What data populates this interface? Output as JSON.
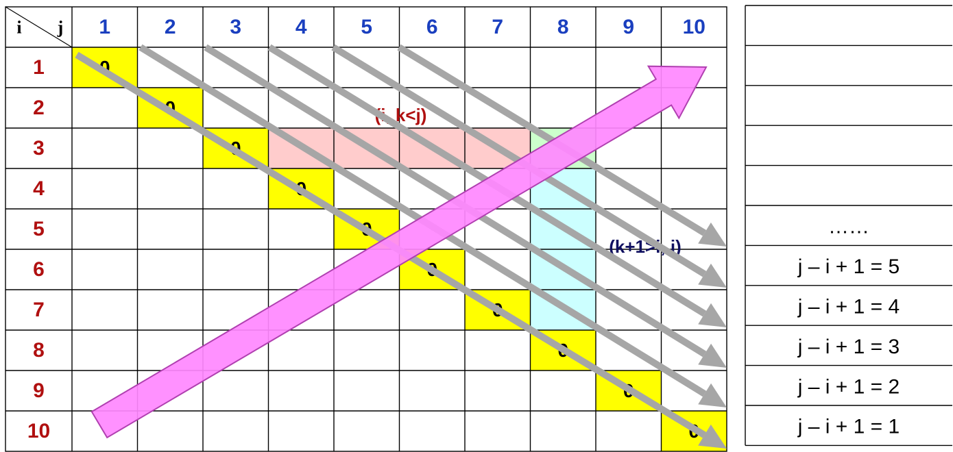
{
  "matrix": {
    "corner_row_label": "i",
    "corner_col_label": "j",
    "column_headers": [
      "1",
      "2",
      "3",
      "4",
      "5",
      "6",
      "7",
      "8",
      "9",
      "10"
    ],
    "row_headers": [
      "1",
      "2",
      "3",
      "4",
      "5",
      "6",
      "7",
      "8",
      "9",
      "10"
    ],
    "diagonal_value": "0",
    "header_color": "#1a3fbf",
    "row_header_color": "#b01010",
    "diagonal_fill": "#ffff00",
    "row_range_fill": "#ffcccc",
    "col_range_fill": "#ccffff",
    "overlap_fill": "#ccffcc",
    "highlight_row": 3,
    "highlight_row_from_col": 4,
    "highlight_row_to_col": 7,
    "highlight_col": 8,
    "highlight_col_from_row": 4,
    "highlight_col_to_row": 7
  },
  "annotations": {
    "row_range_label": "(i, k<j)",
    "row_range_color": "#b01010",
    "col_range_label": "(k+1>i, j)",
    "col_range_color": "#101060"
  },
  "side_table": {
    "rows": [
      "",
      "",
      "",
      "",
      "",
      "……",
      "j – i + 1 = 5",
      "j – i + 1 = 4",
      "j – i + 1 = 3",
      "j – i + 1 = 2",
      "j – i + 1 = 1"
    ]
  },
  "colors": {
    "gray_arrow": "#a6a6a6",
    "magenta_arrow": "#ff88ff",
    "magenta_arrow_stroke": "#b040b0"
  }
}
